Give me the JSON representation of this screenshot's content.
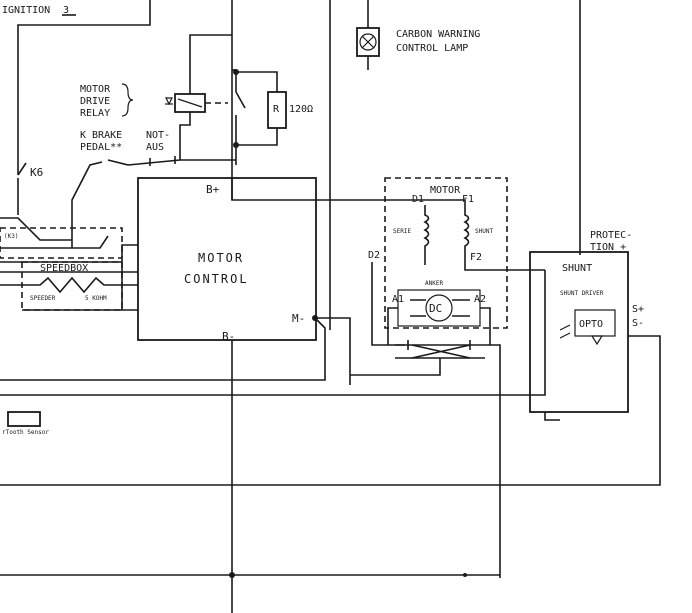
{
  "labels": {
    "ignition": "IGNITION",
    "ignition_num": "3",
    "carbon_warning_line1": "CARBON WARNING",
    "carbon_warning_line2": "CONTROL LAMP",
    "motor_drive_line1": "MOTOR",
    "motor_drive_line2": "DRIVE",
    "motor_drive_line3": "RELAY",
    "resistor": "R",
    "resistor_value": "120Ω",
    "k_brake_line1": "K BRAKE",
    "k_brake_line2": "PEDAL**",
    "not_aus_line1": "NOT-",
    "not_aus_line2": "AUS",
    "k6": "K6",
    "k3": "(K3)",
    "speedbox": "SPEEDBOX",
    "speeder": "SPEEDER",
    "speeder_value": "5 KOHM",
    "motor_control_line1": "MOTOR",
    "motor_control_line2": "CONTROL",
    "b_plus": "B+",
    "b_minus": "B-",
    "m_minus": "M-",
    "motor_title": "MOTOR",
    "d1": "D1",
    "f1": "F1",
    "d2": "D2",
    "f2": "F2",
    "serie": "SERIE",
    "shunt_coil": "SHUNT",
    "anker": "ANKER",
    "dc": "DC",
    "a1": "A1",
    "a2": "A2",
    "protection_line1": "PROTEC-",
    "protection_line2": "TION +",
    "shunt": "SHUNT",
    "shunt_driver": "SHUNT DRIVER",
    "opto": "OPTO",
    "s_plus": "S+",
    "s_minus": "S-",
    "tooth_sensor": "rTooth Sensor"
  }
}
